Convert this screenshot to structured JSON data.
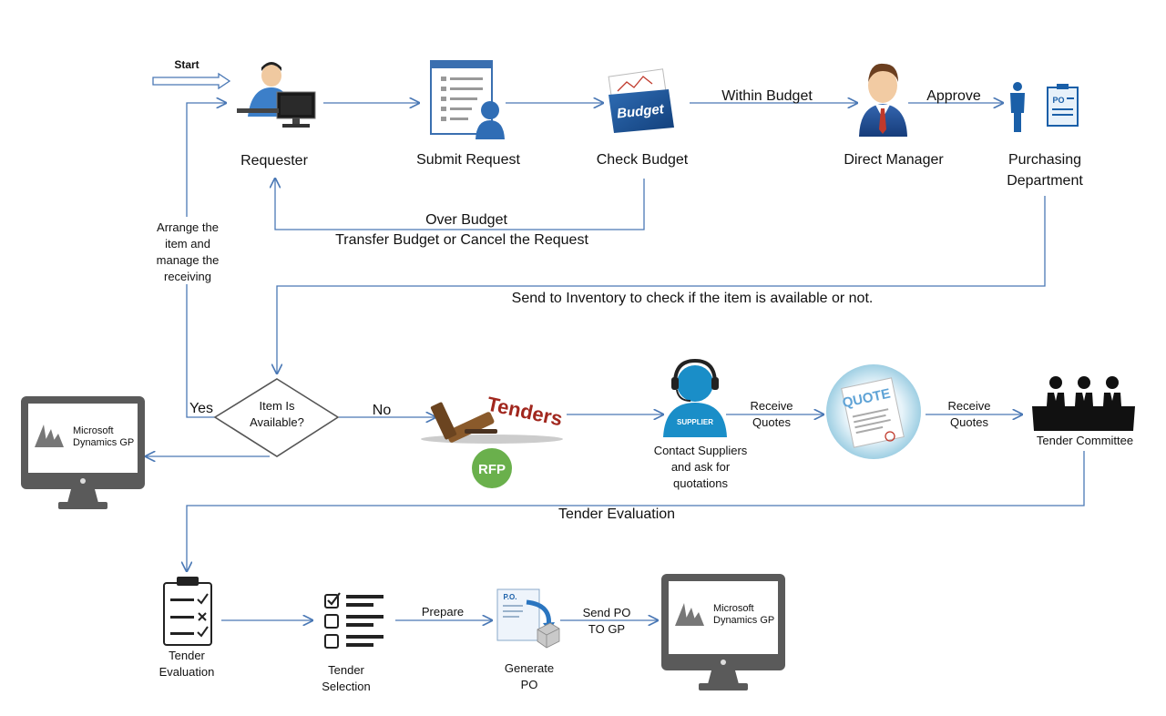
{
  "start": "Start",
  "nodes": {
    "requester": "Requester",
    "submit_request": "Submit Request",
    "check_budget": "Check Budget",
    "direct_manager": "Direct Manager",
    "purchasing_line1": "Purchasing",
    "purchasing_line2": "Department",
    "item_available_line1": "Item Is",
    "item_available_line2": "Available?",
    "contact_line1": "Contact Suppliers",
    "contact_line2": "and ask for",
    "contact_line3": "quotations",
    "tender_committee": "Tender Committee",
    "tender_eval_line1": "Tender",
    "tender_eval_line2": "Evaluation",
    "tender_sel_line1": "Tender",
    "tender_sel_line2": "Selection",
    "generate_line1": "Generate",
    "generate_line2": "PO"
  },
  "edges": {
    "within_budget": "Within Budget",
    "approve": "Approve",
    "over_budget": "Over Budget",
    "transfer_budget": "Transfer Budget or Cancel the Request",
    "arrange_line1": "Arrange the",
    "arrange_line2": "item and",
    "arrange_line3": "manage the",
    "arrange_line4": "receiving",
    "send_inventory": "Send to Inventory to check if the item is available or not.",
    "yes": "Yes",
    "no": "No",
    "receive1_line1": "Receive",
    "receive1_line2": "Quotes",
    "receive2_line1": "Receive",
    "receive2_line2": "Quotes",
    "tender_evaluation": "Tender Evaluation",
    "prepare": "Prepare",
    "send_po_line1": "Send PO",
    "send_po_line2": "TO GP"
  },
  "icons": {
    "budget_text": "Budget",
    "tenders_text": "Tenders",
    "rfp_text": "RFP",
    "supplier_text": "SUPPLIER",
    "quote_text": "QUOTE",
    "po_text": "PO",
    "po_doc_text": "P.O.",
    "ms_line1": "Microsoft",
    "ms_line2": "Dynamics GP"
  },
  "colors": {
    "arrow": "#4a78b5",
    "start": "#d40000",
    "rfp": "#6ab04c",
    "supplier": "#1a8ec8",
    "monitor": "#555555"
  }
}
